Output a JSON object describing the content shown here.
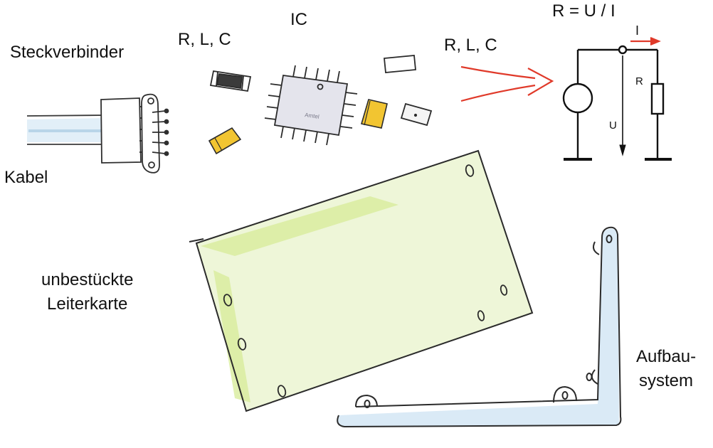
{
  "labels": {
    "steckverbinder": "Steckverbinder",
    "kabel": "Kabel",
    "rlc_components": "R, L, C",
    "ic": "IC",
    "rlc_arrow": "R, L, C",
    "formula": "R = U / I",
    "current": "I",
    "resistor": "R",
    "voltage": "U",
    "board_line1": "unbestückte",
    "board_line2": "Leiterkarte",
    "aufbau_line1": "Aufbau-",
    "aufbau_line2": "system"
  },
  "colors": {
    "ink": "#2b2b2b",
    "circuit_ink": "#111111",
    "arrow_red": "#e03a2a",
    "cable_blue": "#cfe4f3",
    "capacitor_yellow": "#f2c531",
    "board_green": "#d8ec9c",
    "chip_grey": "#e4e4ec"
  },
  "icons": [
    "connector-icon",
    "cable-icon",
    "resistor-icon",
    "capacitor-icon",
    "ic-chip-icon",
    "voltage-source-icon",
    "pcb-board-icon",
    "mounting-bracket-icon"
  ]
}
